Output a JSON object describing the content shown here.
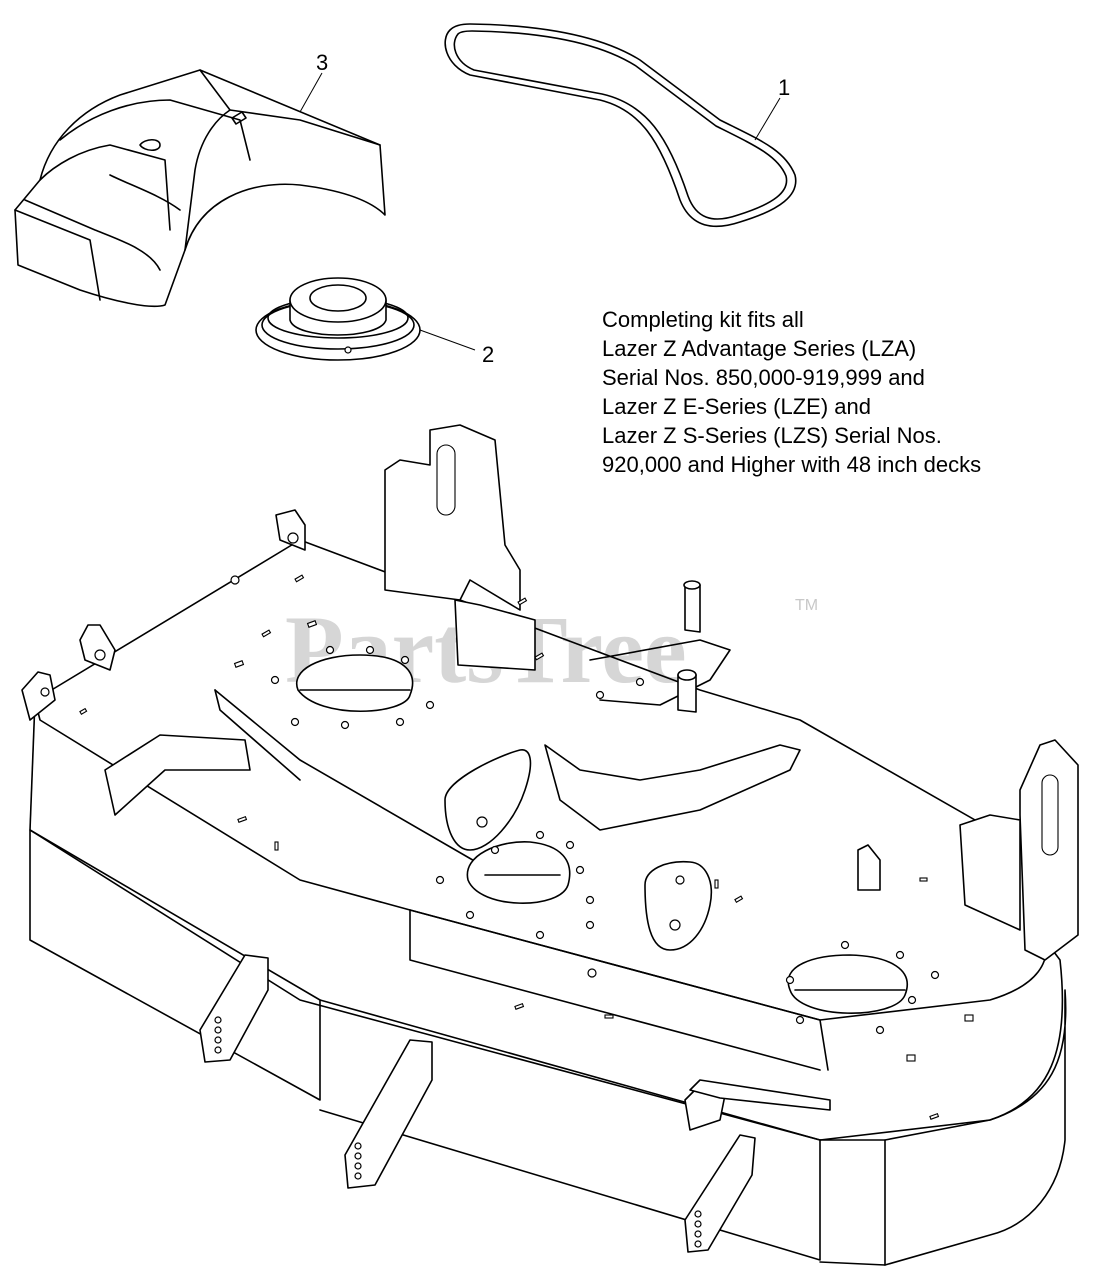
{
  "callouts": {
    "belt": "1",
    "pulley": "2",
    "cover": "3"
  },
  "note": {
    "lines": [
      "Completing kit fits all",
      "Lazer Z Advantage Series (LZA)",
      "Serial Nos. 850,000-919,999 and",
      "Lazer Z E-Series (LZE) and",
      "Lazer Z S-Series (LZS) Serial Nos.",
      "920,000 and Higher with 48 inch decks"
    ]
  },
  "watermark": {
    "text": "PartsTree",
    "tm": "TM"
  },
  "colors": {
    "line": "#000000",
    "watermark": "#c8c8c8",
    "background": "#ffffff"
  }
}
